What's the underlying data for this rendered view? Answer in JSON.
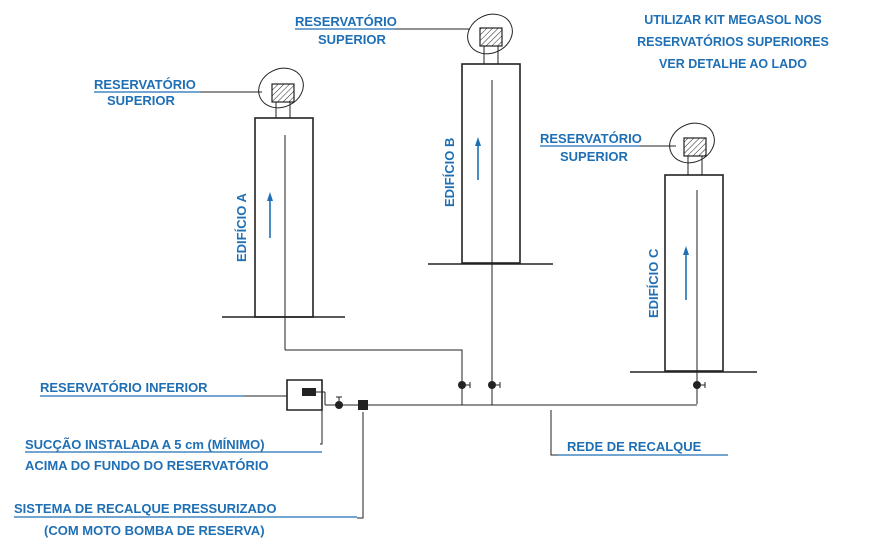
{
  "labels": {
    "top_note_line1": "UTILIZAR KIT MEGASOL NOS",
    "top_note_line2": "RESERVATÓRIOS SUPERIORES",
    "top_note_line3": "VER DETALHE AO LADO",
    "reservoir_a_line1": "RESERVATÓRIO",
    "reservoir_a_line2": "SUPERIOR",
    "reservoir_b_line1": "RESERVATÓRIO",
    "reservoir_b_line2": "SUPERIOR",
    "reservoir_c_line1": "RESERVATÓRIO",
    "reservoir_c_line2": "SUPERIOR",
    "building_a": "EDIFÍCIO A",
    "building_b": "EDIFÍCIO B",
    "building_c": "EDIFÍCIO C",
    "lower_reservoir": "RESERVATÓRIO INFERIOR",
    "suction_line1": "SUCÇÃO INSTALADA A 5 cm (MÍNIMO)",
    "suction_line2": "ACIMA DO FUNDO DO RESERVATÓRIO",
    "pump_line1": "SISTEMA DE RECALQUE PRESSURIZADO",
    "pump_line2": "(COM MOTO BOMBA DE RESERVA)",
    "network": "REDE DE RECALQUE"
  },
  "colors": {
    "label": "#1f6fb5",
    "line": "#222222",
    "background": "#ffffff"
  }
}
